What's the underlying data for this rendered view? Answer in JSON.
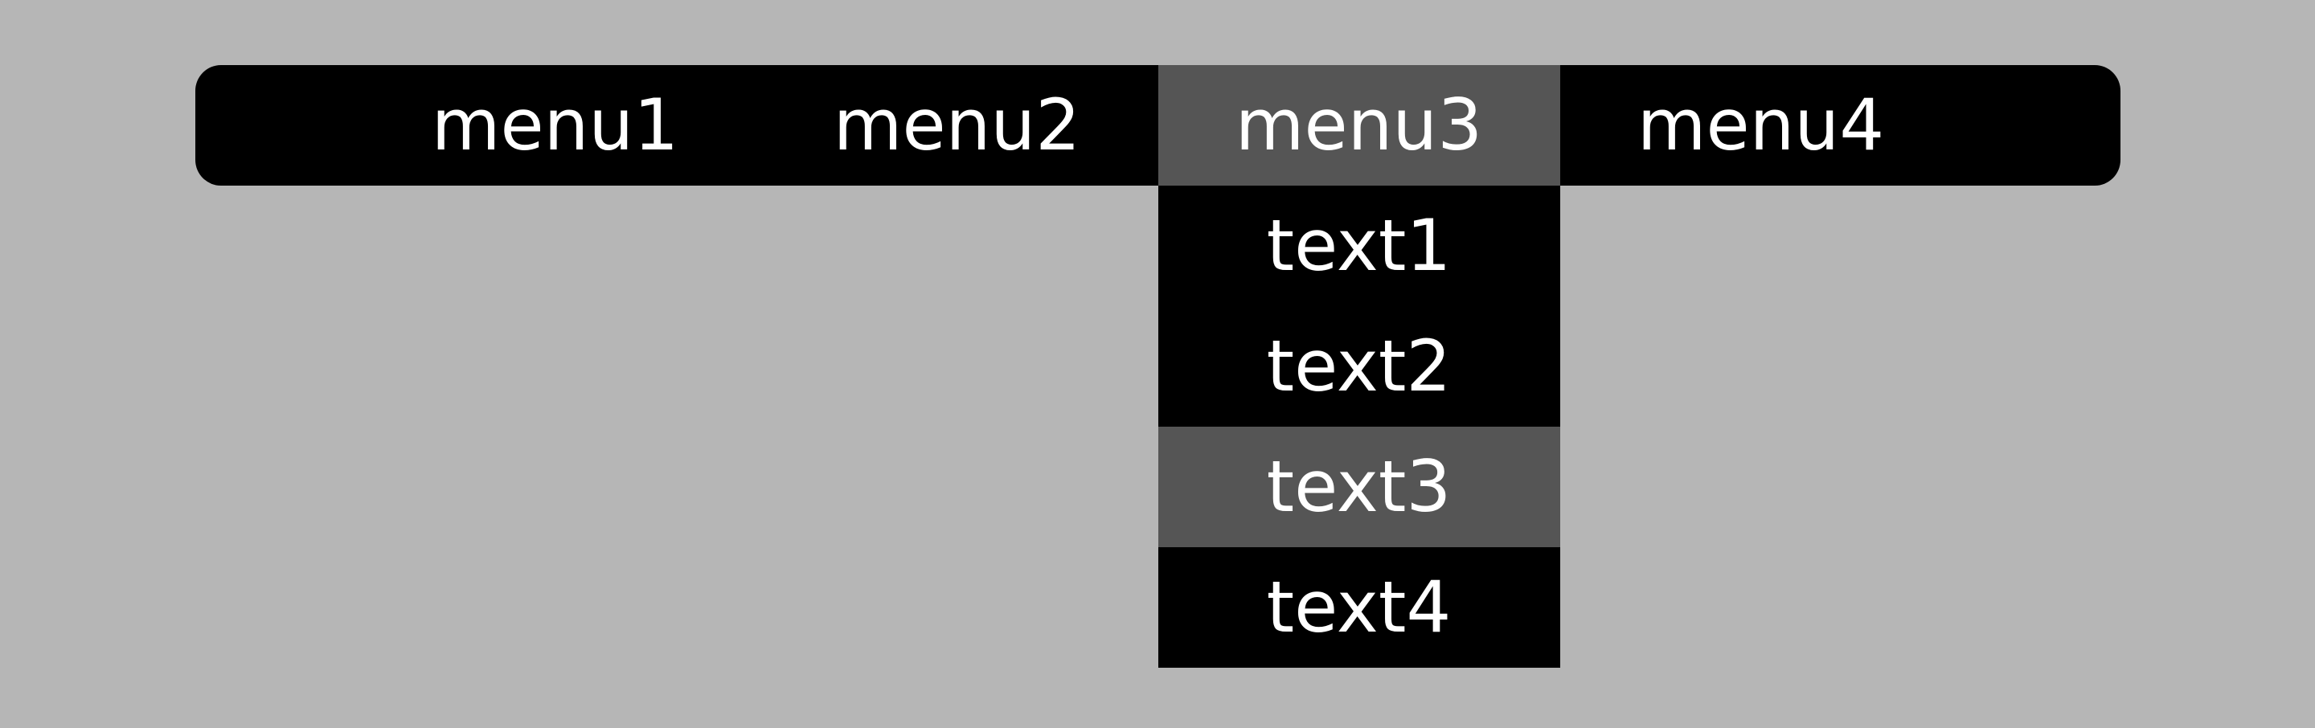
{
  "menu": {
    "items": [
      {
        "label": "menu1",
        "state": "normal"
      },
      {
        "label": "menu2",
        "state": "normal"
      },
      {
        "label": "menu3",
        "state": "hovered"
      },
      {
        "label": "menu4",
        "state": "normal"
      }
    ]
  },
  "dropdown": {
    "parent": "menu3",
    "items": [
      {
        "label": "text1",
        "state": "normal"
      },
      {
        "label": "text2",
        "state": "normal"
      },
      {
        "label": "text3",
        "state": "hovered"
      },
      {
        "label": "text4",
        "state": "normal"
      }
    ]
  },
  "colors": {
    "background": "#b6b6b6",
    "bar": "#000000",
    "highlight": "#555555",
    "text": "#ffffff"
  }
}
